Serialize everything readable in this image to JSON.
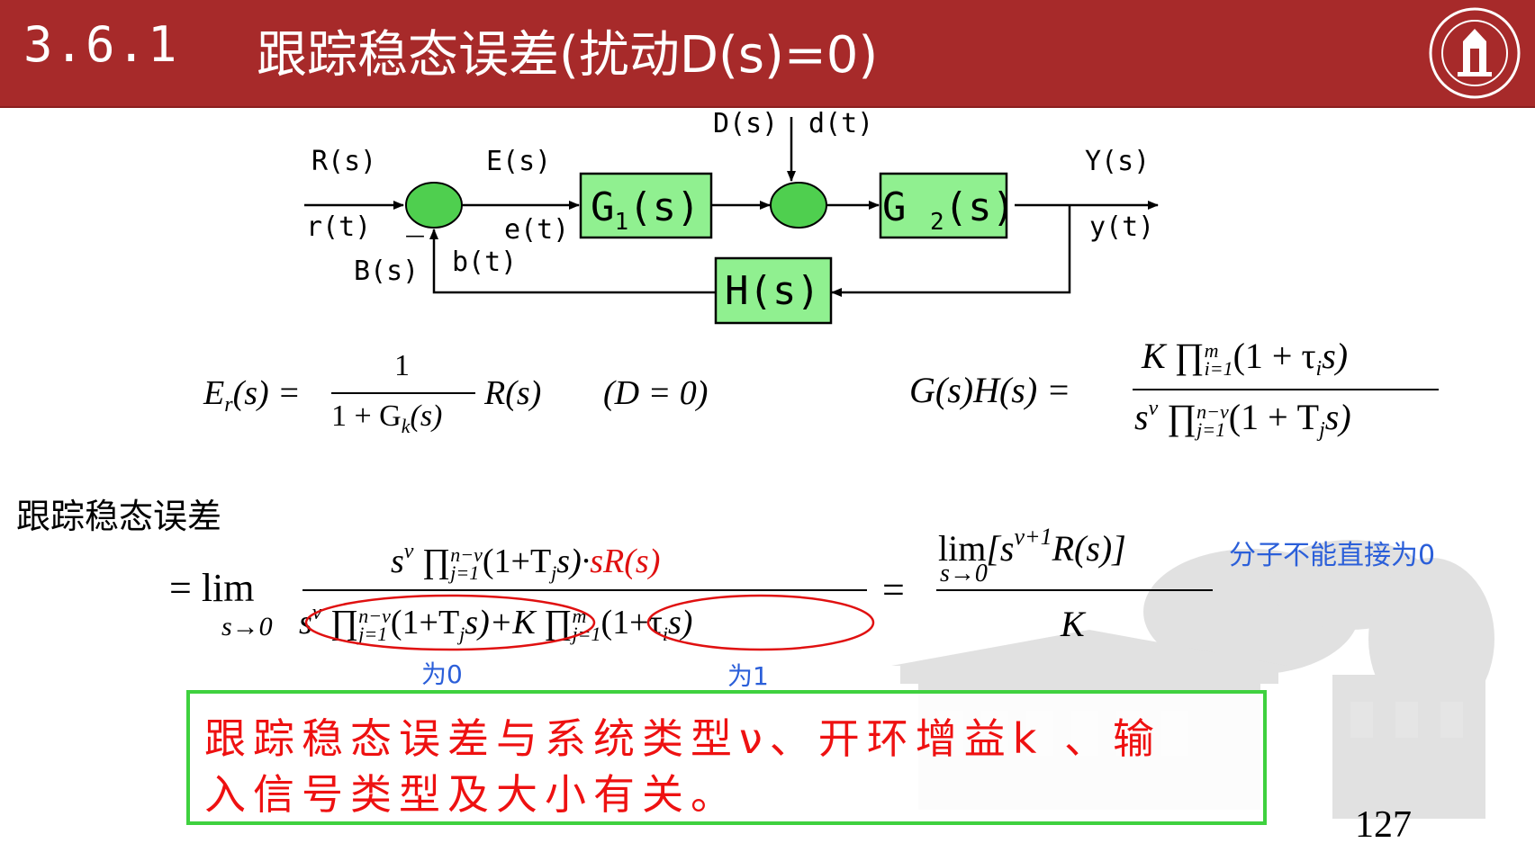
{
  "header": {
    "section_number": "3.6.1",
    "title": "跟踪稳态误差(扰动D(s)=0)"
  },
  "colors": {
    "header_bg": "#a72a2a",
    "block_fill": "#90f090",
    "summer_fill": "#4fcf4f",
    "conclusion_text": "#ee1111",
    "conclusion_border": "#3fd13f",
    "annotation_blue": "#2b5fd9",
    "ellipse_red": "#e01010"
  },
  "diagram": {
    "labels": {
      "Rs": "R(s)",
      "rt": "r(t)",
      "Es": "E(s)",
      "et": "e(t)",
      "Ds": "D(s)",
      "dt": "d(t)",
      "Ys": "Y(s)",
      "yt": "y(t)",
      "Bs": "B(s)",
      "bt": "b(t)",
      "minus": "—"
    },
    "blocks": {
      "g1_main": "G",
      "g1_sub": "1",
      "g1_tail": "(s)",
      "g2_main": "G ",
      "g2_sub": "2",
      "g2_tail": "(s)",
      "h": "H(s)"
    }
  },
  "equations": {
    "er": {
      "lhs_E": "E",
      "lhs_sub": "r",
      "lhs_arg": "(s) =",
      "numerator": "1",
      "den_pre": "1 + G",
      "den_sub": "k",
      "den_post": "(s)",
      "rhs": "R(s)",
      "condition": "(D = 0)"
    },
    "gh": {
      "lhs": "G(s)H(s) =",
      "num_K": "K",
      "num_prod": "∏",
      "num_sup": "m",
      "num_sub": "i=1",
      "num_term_a": "(1 + τ",
      "num_term_sub": "i",
      "num_term_b": "s)",
      "den_s": "s",
      "den_sup_v": "ν",
      "den_prod": "∏",
      "den_sup": "n−ν",
      "den_sub": "j=1",
      "den_term_a": "(1 + T",
      "den_term_sub": "j",
      "den_term_b": "s)"
    }
  },
  "tracking": {
    "label": "跟踪稳态误差",
    "eq_prefix": "= lim",
    "lim_sub": "s→0",
    "num_s": "s",
    "num_sup_v": "ν",
    "num_prod": "∏",
    "num_sup": "n−ν",
    "num_sub": "j=1",
    "num_term": "(1+T",
    "num_term_sub": "j",
    "num_term_end": "s)·",
    "num_red": "sR(s)",
    "den_left_s": "s",
    "den_left_sup_v": "ν",
    "den_left_prod": "∏",
    "den_left_sup": "n−ν",
    "den_left_sub": "j=1",
    "den_left_term": "(1+T",
    "den_left_term_sub": "j",
    "den_left_term_end": "s)",
    "den_plus": "+K",
    "den_right_prod": "∏",
    "den_right_sup": "m",
    "den_right_sub": "j=1",
    "den_right_term": "(1+τ",
    "den_right_term_sub": "i",
    "den_right_term_end": "s)",
    "equals": "=",
    "rhs_lim": "lim",
    "rhs_sub": "s→0",
    "rhs_bracket": "[s",
    "rhs_sup": "ν+1",
    "rhs_tail": "R(s)]",
    "rhs_den": "K",
    "note_numerator": "分子不能直接为0",
    "note_zero": "为0",
    "note_one": "为1"
  },
  "conclusion": {
    "line1": "跟踪稳态误差与系统类型ν、开环增益k 、输",
    "line2": "入信号类型及大小有关。"
  },
  "page_number": "127"
}
